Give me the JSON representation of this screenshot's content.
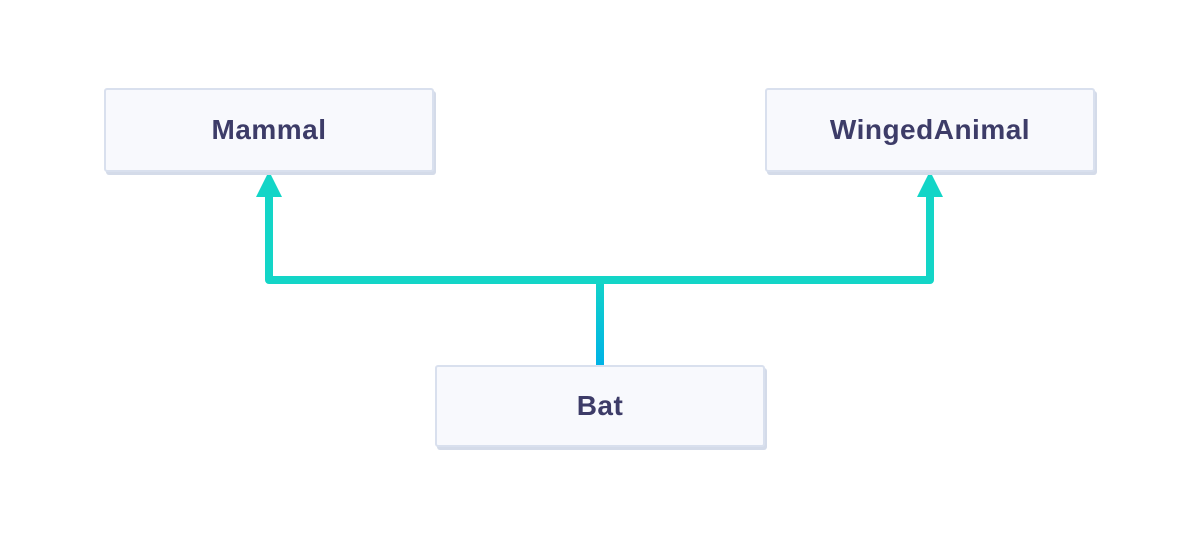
{
  "diagram": {
    "type": "class-inheritance",
    "nodes": [
      {
        "id": "mammal",
        "label": "Mammal"
      },
      {
        "id": "winged_animal",
        "label": "WingedAnimal"
      },
      {
        "id": "bat",
        "label": "Bat"
      }
    ],
    "edges": [
      {
        "from": "bat",
        "to": "mammal",
        "style": "solid-arrow"
      },
      {
        "from": "bat",
        "to": "winged_animal",
        "style": "solid-arrow"
      }
    ],
    "colors": {
      "background": "#ffffff",
      "node_fill": "#f8f9fd",
      "node_border": "#d9e0ee",
      "node_shadow": "#d4dbe9",
      "label_text": "#3d3c68",
      "edge_teal": "#13d5c7",
      "edge_blue": "#00b2e6"
    }
  }
}
